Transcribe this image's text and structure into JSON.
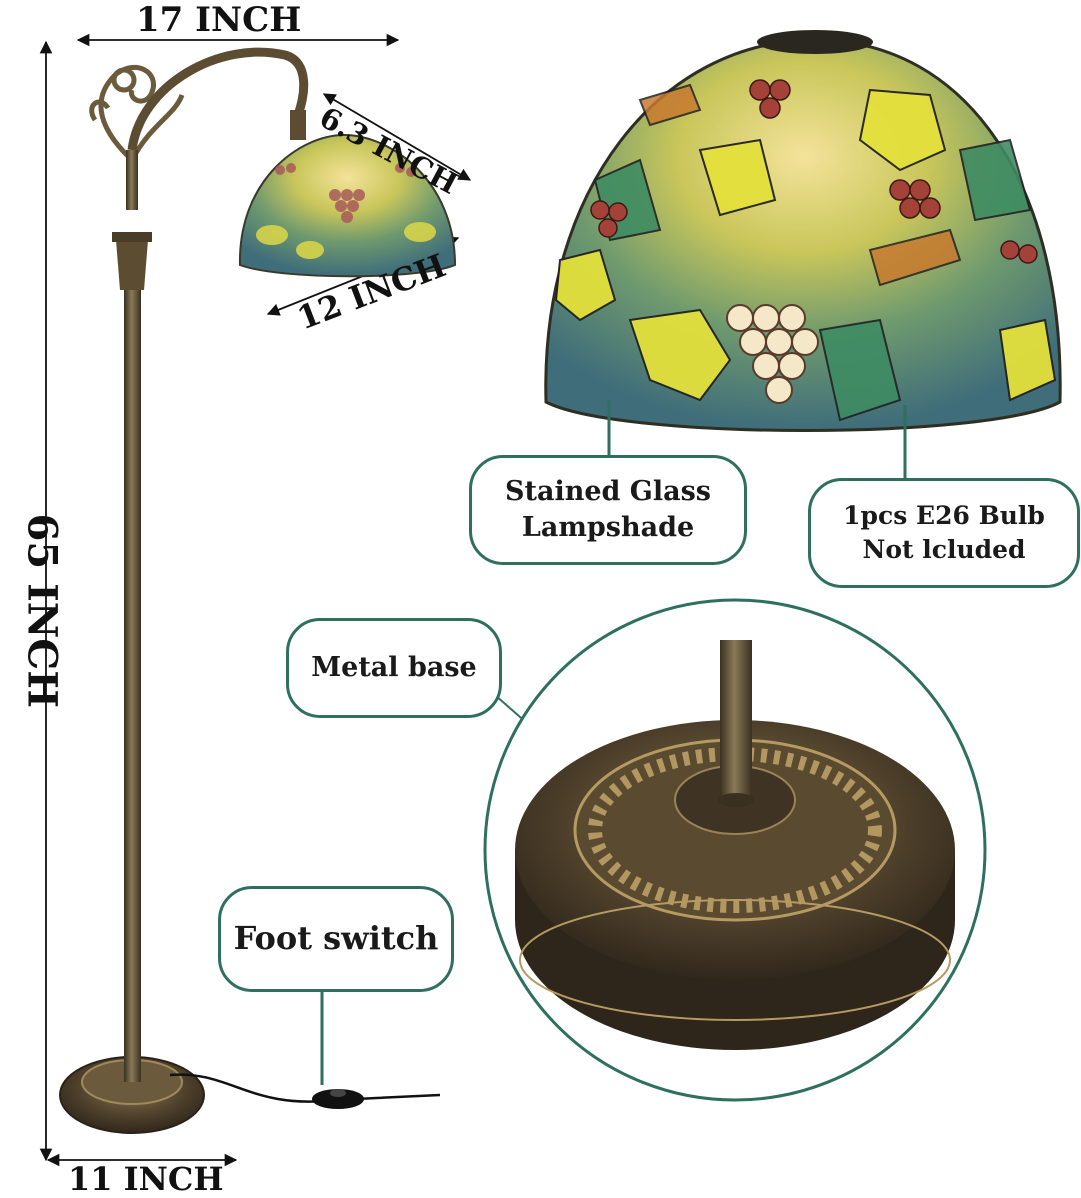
{
  "dimensions": {
    "top_width": "17 INCH",
    "height": "65 INCH",
    "shade_height": "6.3 INCH",
    "shade_width": "12 INCH",
    "base_width": "11 INCH"
  },
  "callouts": {
    "lampshade": {
      "line1": "Stained Glass",
      "line2": "Lampshade"
    },
    "bulb": {
      "line1": "1pcs E26 Bulb",
      "line2": "Not lcluded"
    },
    "base": {
      "label": "Metal base"
    },
    "switch": {
      "label": "Foot switch"
    }
  },
  "colors": {
    "callout_border": "#2f6f5e",
    "bronze": "#6b5a3c",
    "dark_bronze": "#3f3424"
  }
}
